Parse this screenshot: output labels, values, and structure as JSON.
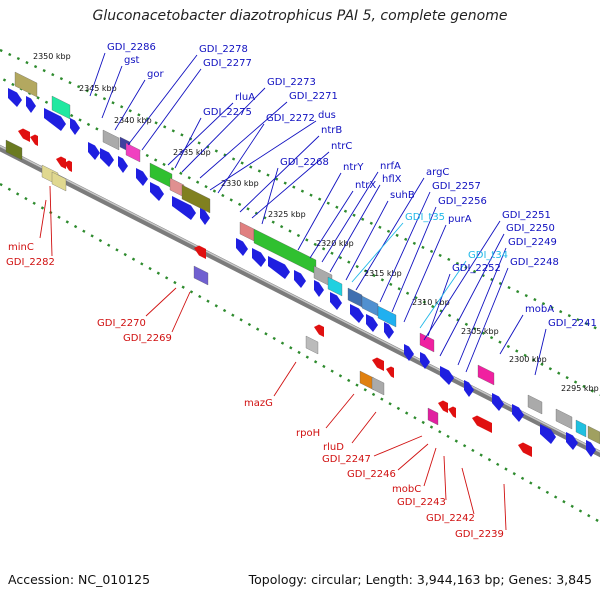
{
  "title": "Gluconacetobacter diazotrophicus PAI 5, complete genome",
  "footer": {
    "accession": "Accession: NC_010125",
    "topology": "Topology: circular; Length: 3,944,163 bp; Genes: 3,845"
  },
  "colors": {
    "forward_label": "#1010c0",
    "reverse_label": "#d01010",
    "rna_label": "#20b8e8",
    "backbone": "#8a8a8a",
    "gc_dots": "#2e8b2e",
    "cds_forward": "#1f1fe0",
    "cds_reverse": "#e01010"
  },
  "ticks": [
    "2350 kbp",
    "2345 kbp",
    "2340 kbp",
    "2335 kbp",
    "2330 kbp",
    "2325 kbp",
    "2320 kbp",
    "2315 kbp",
    "2310 kbp",
    "2305 kbp",
    "2300 kbp",
    "2295 kbp"
  ],
  "forward_genes": [
    "GDI_2286",
    "gst",
    "gor",
    "GDI_2278",
    "GDI_2277",
    "rluA",
    "GDI_2273",
    "GDI_2275",
    "GDI_2271",
    "dus",
    "GDI_2272",
    "ntrB",
    "ntrC",
    "GDI_2268",
    "nrfA",
    "ntrY",
    "hflX",
    "ntrX",
    "argC",
    "suhB",
    "GDI_2257",
    "GDI_2256",
    "purA",
    "GDI_2251",
    "GDI_2250",
    "GDI_2249",
    "GDI_2252",
    "GDI_2248",
    "mobA",
    "GDI_2241"
  ],
  "rna_genes": [
    "GDI_t35",
    "GDI_t34"
  ],
  "reverse_genes": [
    "minC",
    "GDI_2282",
    "GDI_2270",
    "GDI_2269",
    "mazG",
    "rpoH",
    "rluD",
    "GDI_2247",
    "GDI_2246",
    "mobC",
    "GDI_2243",
    "GDI_2242",
    "GDI_2239"
  ]
}
